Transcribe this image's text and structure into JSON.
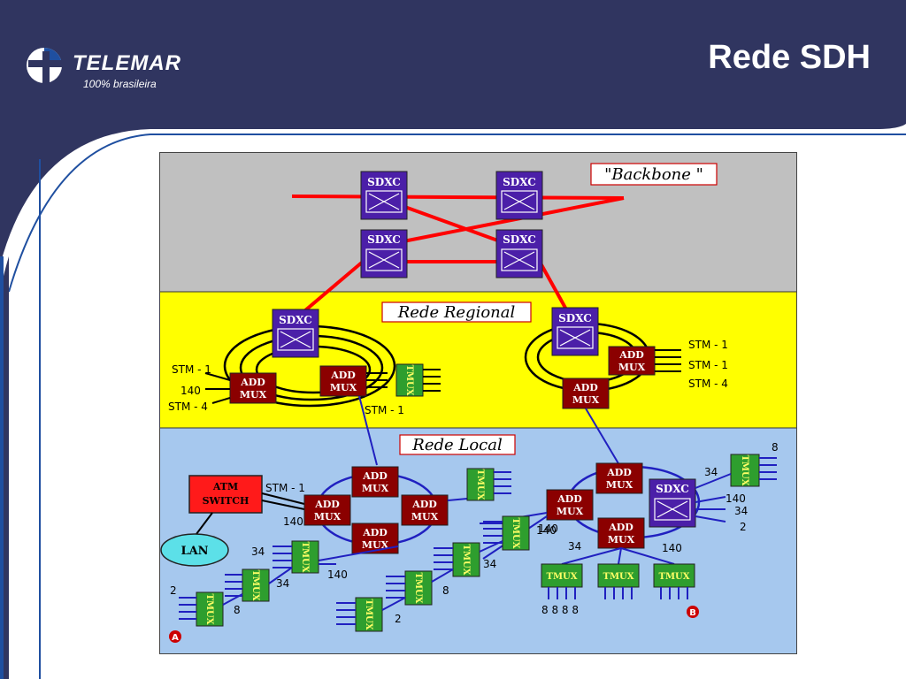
{
  "header": {
    "brand_name": "TELEMAR",
    "brand_tagline": "100% brasileira",
    "title": "Rede SDH"
  },
  "colors": {
    "header_bg": "#303560",
    "accent": "#1f4fa0",
    "backbone_bg": "#c0c0c0",
    "regional_bg": "#ffff00",
    "local_bg": "#a6c8ee",
    "sdxc": "#4b1fa8",
    "add_mux": "#8b0000",
    "tmux": "#2e9e2e",
    "atm_switch": "#ff1a1a",
    "lan": "#5ce0e8",
    "link_red": "#ff0000",
    "link_blue": "#2020c0"
  },
  "icons": [
    "telemar-logo-icon",
    "cross-connect-icon",
    "marker-a-icon",
    "marker-b-icon"
  ],
  "diagram": {
    "layers": {
      "backbone": "\"Backbone \"",
      "regional": "Rede Regional",
      "local": "Rede Local"
    },
    "nodes": {
      "sdxc": "SDXC",
      "add": "ADD",
      "mux": "MUX",
      "tmux": "TMUX",
      "atm": "ATM",
      "switch": "SWITCH",
      "lan": "LAN"
    },
    "labels": {
      "stm1": "STM - 1",
      "stm4": "STM - 4",
      "n140": "140",
      "n34": "34",
      "n8": "8",
      "n2": "2",
      "n8888": "8 8 8 8"
    },
    "markers": {
      "a": "A",
      "b": "B"
    }
  }
}
